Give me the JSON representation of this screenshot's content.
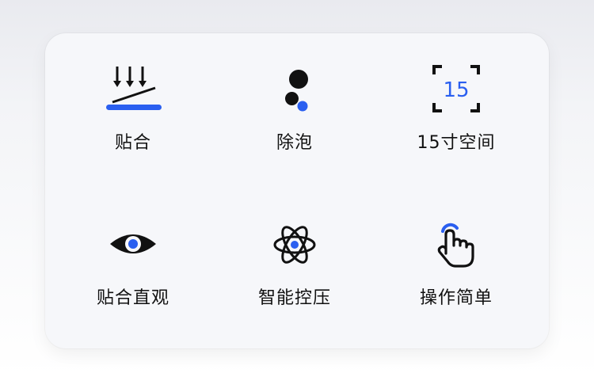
{
  "colors": {
    "accent": "#2a5ff0",
    "ink": "#111111",
    "card_bg": "#f6f7fa"
  },
  "features": [
    {
      "label": "贴合",
      "icon": "lamination-press-icon"
    },
    {
      "label": "除泡",
      "icon": "bubble-removal-icon"
    },
    {
      "label": "15寸空间",
      "icon": "screen-size-frame-icon",
      "icon_text": "15"
    },
    {
      "label": "贴合直观",
      "icon": "eye-icon"
    },
    {
      "label": "智能控压",
      "icon": "atom-icon"
    },
    {
      "label": "操作简单",
      "icon": "touch-hand-icon"
    }
  ]
}
